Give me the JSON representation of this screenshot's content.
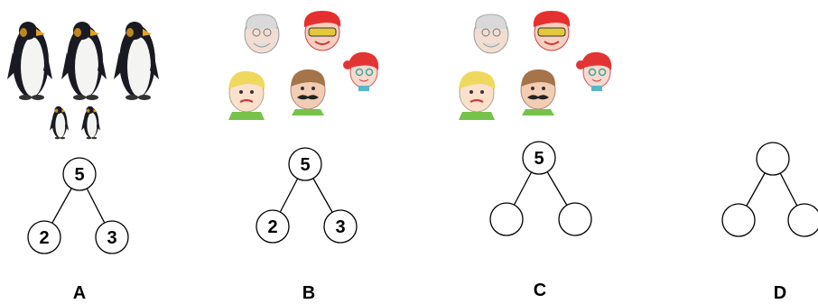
{
  "options": [
    {
      "letter": "A",
      "picture": "penguins",
      "top": "5",
      "left": "2",
      "right": "3"
    },
    {
      "letter": "B",
      "picture": "cartoon-faces",
      "top": "5",
      "left": "2",
      "right": "3"
    },
    {
      "letter": "C",
      "picture": "cartoon-faces",
      "top": "5",
      "left": "",
      "right": ""
    },
    {
      "letter": "D",
      "picture": "none",
      "top": "",
      "left": "",
      "right": ""
    }
  ],
  "colors": {
    "penguin_body": "#1a1a22",
    "penguin_belly": "#f4f4f2",
    "penguin_beak": "#e8a21c"
  }
}
